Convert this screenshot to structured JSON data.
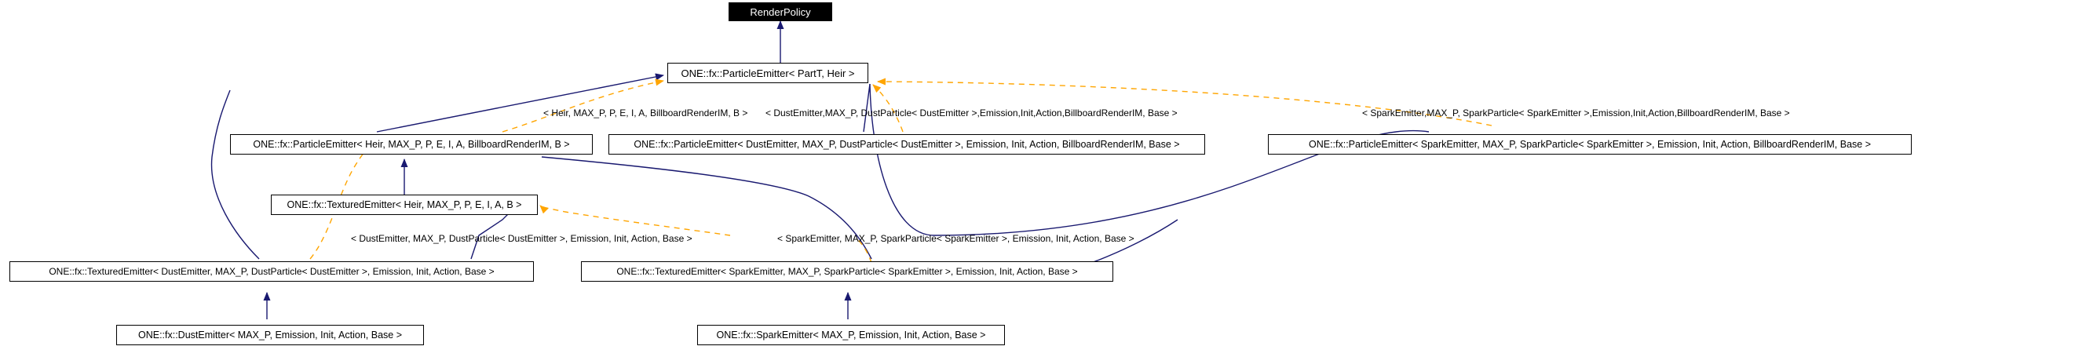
{
  "diagram": {
    "kind": "uml-inheritance-graph",
    "title_text": "",
    "colors": {
      "node_border": "#000000",
      "node_fill": "#ffffff",
      "root_fill": "#000000",
      "root_text": "#ffffff",
      "text": "#000000",
      "inheritance_edge": "#191970",
      "template_edge": "#ffa500"
    },
    "nodes": [
      {
        "id": "render-policy",
        "label": "RenderPolicy"
      },
      {
        "id": "particle-emitter-generic",
        "label": "ONE::fx::ParticleEmitter< PartT, Heir >"
      },
      {
        "id": "particle-emitter-heir",
        "label": "ONE::fx::ParticleEmitter< Heir, MAX_P, P, E, I, A, BillboardRenderIM, B >"
      },
      {
        "id": "particle-emitter-dust",
        "label": "ONE::fx::ParticleEmitter< DustEmitter, MAX_P, DustParticle< DustEmitter >, Emission, Init, Action, BillboardRenderIM, Base >"
      },
      {
        "id": "particle-emitter-spark",
        "label": "ONE::fx::ParticleEmitter< SparkEmitter, MAX_P, SparkParticle< SparkEmitter >, Emission, Init, Action, BillboardRenderIM, Base >"
      },
      {
        "id": "textured-emitter-heir",
        "label": "ONE::fx::TexturedEmitter< Heir, MAX_P, P, E, I, A, B >"
      },
      {
        "id": "textured-emitter-dust",
        "label": "ONE::fx::TexturedEmitter< DustEmitter, MAX_P, DustParticle< DustEmitter >, Emission, Init, Action, Base >"
      },
      {
        "id": "textured-emitter-spark",
        "label": "ONE::fx::TexturedEmitter< SparkEmitter, MAX_P, SparkParticle< SparkEmitter >, Emission, Init, Action, Base >"
      },
      {
        "id": "dust-emitter",
        "label": "ONE::fx::DustEmitter< MAX_P, Emission, Init, Action, Base >"
      },
      {
        "id": "spark-emitter",
        "label": "ONE::fx::SparkEmitter< MAX_P, Emission, Init, Action, Base >"
      }
    ],
    "edge_labels": [
      {
        "id": "tmpl-heir-billboard",
        "text": "< Heir, MAX_P, P, E, I, A, BillboardRenderIM, B >"
      },
      {
        "id": "tmpl-dust-billboard",
        "text": "< DustEmitter,MAX_P, DustParticle< DustEmitter >,Emission,Init,Action,BillboardRenderIM, Base >"
      },
      {
        "id": "tmpl-spark-billboard",
        "text": "< SparkEmitter,MAX_P, SparkParticle< SparkEmitter >,Emission,Init,Action,BillboardRenderIM, Base >"
      },
      {
        "id": "tmpl-dust-base",
        "text": "< DustEmitter, MAX_P, DustParticle< DustEmitter >, Emission, Init, Action, Base >"
      },
      {
        "id": "tmpl-spark-base",
        "text": "< SparkEmitter, MAX_P, SparkParticle< SparkEmitter >, Emission, Init, Action, Base >"
      }
    ]
  }
}
